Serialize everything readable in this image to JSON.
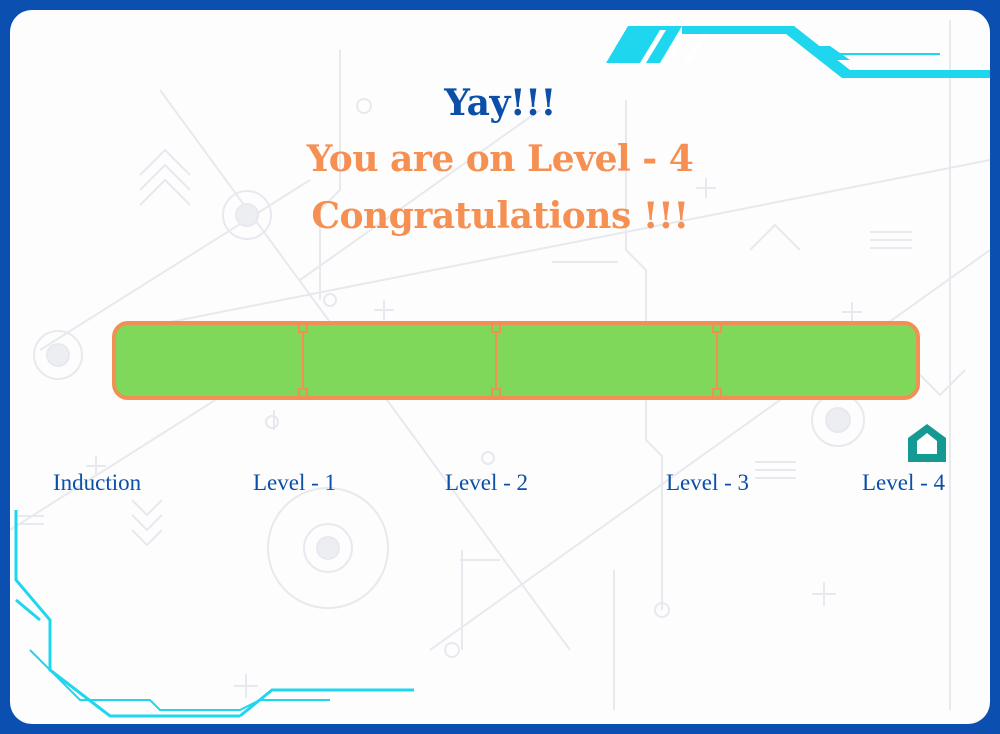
{
  "header": {
    "line1": "Yay!!!",
    "line2": "You are on Level - 4",
    "line3": "Congratulations !!!"
  },
  "progress": {
    "current_level": "Level - 4",
    "levels": [
      {
        "label": "Induction"
      },
      {
        "label": "Level - 1"
      },
      {
        "label": "Level - 2"
      },
      {
        "label": "Level - 3"
      },
      {
        "label": "Level - 4"
      }
    ],
    "fill_fraction": 1.0
  },
  "marker": {
    "icon": "home-icon"
  },
  "colors": {
    "frame": "#0b4fb0",
    "title_blue": "#0b4fa8",
    "title_orange": "#f59052",
    "bar_fill": "#7fd85a",
    "bar_border": "#f28f52",
    "accent_cyan": "#1fd6ef",
    "marker_teal": "#149a93"
  }
}
